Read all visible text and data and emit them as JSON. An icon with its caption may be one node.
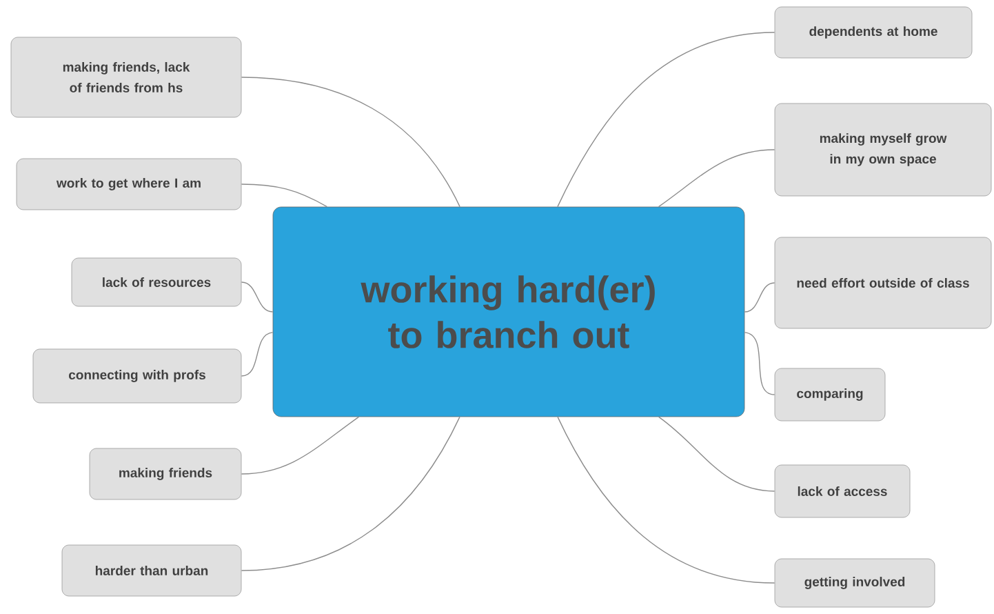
{
  "diagram": {
    "nodes": [
      {
        "text": [
          "working hard(er) to branch out"
        ]
      },
      {
        "text": [
          "making friends, lack of friends from hs"
        ]
      },
      {
        "text": [
          "work to get where I am"
        ]
      },
      {
        "text": [
          "lack of resources"
        ]
      },
      {
        "text": [
          "connecting with profs"
        ]
      },
      {
        "text": [
          "making friends"
        ]
      },
      {
        "text": [
          "harder than urban"
        ]
      },
      {
        "text": [
          "dependents at home"
        ]
      },
      {
        "text": [
          "making myself grow in my own space"
        ]
      },
      {
        "text": [
          "need effort outside of class"
        ]
      },
      {
        "text": [
          "comparing"
        ]
      },
      {
        "text": [
          "lack of access"
        ]
      },
      {
        "text": [
          "getting involved"
        ]
      }
    ],
    "edges": [
      {
        "from": 0,
        "to": 1,
        "arrow": "none"
      },
      {
        "from": 0,
        "to": 2,
        "arrow": "none"
      },
      {
        "from": 0,
        "to": 3,
        "arrow": "none"
      },
      {
        "from": 0,
        "to": 4,
        "arrow": "none"
      },
      {
        "from": 0,
        "to": 5,
        "arrow": "none"
      },
      {
        "from": 0,
        "to": 6,
        "arrow": "none"
      },
      {
        "from": 0,
        "to": 7,
        "arrow": "none"
      },
      {
        "from": 0,
        "to": 8,
        "arrow": "none"
      },
      {
        "from": 0,
        "to": 9,
        "arrow": "none"
      },
      {
        "from": 0,
        "to": 10,
        "arrow": "none"
      },
      {
        "from": 0,
        "to": 11,
        "arrow": "none"
      },
      {
        "from": 0,
        "to": 12,
        "arrow": "none"
      }
    ]
  }
}
